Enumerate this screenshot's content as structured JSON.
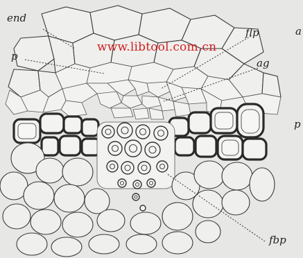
{
  "labels": {
    "end": "end",
    "flp": "flp",
    "p": "p",
    "ag": "ag",
    "fbp": "fbp",
    "edge_a": "a",
    "edge_p": "p"
  },
  "watermark": "www.libtool.com.cn"
}
